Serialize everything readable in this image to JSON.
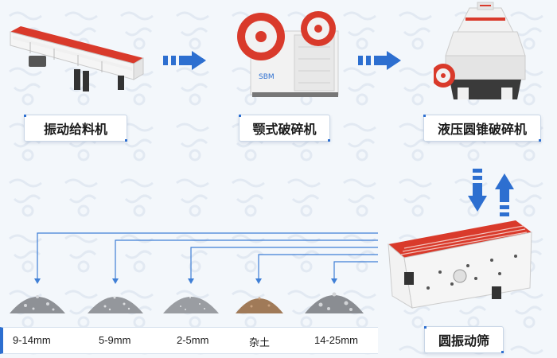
{
  "colors": {
    "arrow_blue": "#2d6fd0",
    "machine_red": "#d93a2b",
    "machine_white": "#f2f2f2",
    "line_blue": "#3f7fd6"
  },
  "machines": [
    {
      "name": "振动给料机"
    },
    {
      "name": "颚式破碎机"
    },
    {
      "name": "液压圆锥破碎机"
    },
    {
      "name": "圆振动筛"
    }
  ],
  "jaw_crusher_logo": "SBM",
  "outputs": [
    {
      "size": "9-14mm"
    },
    {
      "size": "5-9mm"
    },
    {
      "size": "2-5mm"
    },
    {
      "size": "杂土"
    },
    {
      "size": "14-25mm"
    }
  ]
}
